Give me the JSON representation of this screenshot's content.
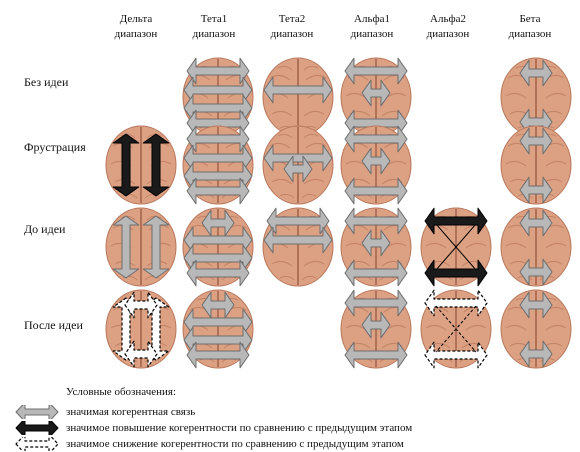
{
  "columns": [
    "Дельта\nдиапазон",
    "Тета1\nдиапазон",
    "Тета2\nдиапазон",
    "Альфа1\nдиапазон",
    "Альфа2\nдиапазон",
    "Бета\nдиапазон"
  ],
  "rows": [
    "Без идеи",
    "Фрустрация",
    "До идеи",
    "После идеи"
  ],
  "legend": {
    "title": "Условные обозначения:",
    "items": [
      {
        "style": "significant",
        "label": "значимая когерентная связь"
      },
      {
        "style": "increase",
        "label": "значимое повышение когерентности по сравнению с предыдущим этапом"
      },
      {
        "style": "decrease",
        "label": "значимое снижение когерентности по сравнению с предыдущим этапом"
      }
    ]
  },
  "colors": {
    "brain": "#dca083",
    "brain_dark": "#b9775c",
    "significant": "#b8b8b8",
    "increase": "#1a1a1a",
    "decrease": "#ffffff"
  },
  "cells": [
    {
      "row": 0,
      "col": 1,
      "connections": [
        [
          "s",
          "h1"
        ],
        [
          "s",
          "h2"
        ],
        [
          "s",
          "h3"
        ],
        [
          "s",
          "h4"
        ]
      ]
    },
    {
      "row": 0,
      "col": 2,
      "connections": [
        [
          "s",
          "h2"
        ]
      ]
    },
    {
      "row": 0,
      "col": 3,
      "connections": [
        [
          "s",
          "h1"
        ],
        [
          "s",
          "h2s"
        ],
        [
          "s",
          "h4"
        ]
      ]
    },
    {
      "row": 0,
      "col": 5,
      "connections": [
        [
          "s",
          "h1s"
        ],
        [
          "s",
          "h4s"
        ]
      ]
    },
    {
      "row": 1,
      "col": 0,
      "connections": [
        [
          "i",
          "vL"
        ],
        [
          "i",
          "vR"
        ]
      ]
    },
    {
      "row": 1,
      "col": 1,
      "connections": [
        [
          "s",
          "h1"
        ],
        [
          "s",
          "h2"
        ],
        [
          "s",
          "h3"
        ],
        [
          "s",
          "h4"
        ]
      ]
    },
    {
      "row": 1,
      "col": 2,
      "connections": [
        [
          "s",
          "h2"
        ],
        [
          "s",
          "h3s"
        ]
      ]
    },
    {
      "row": 1,
      "col": 3,
      "connections": [
        [
          "s",
          "h1"
        ],
        [
          "s",
          "h2s"
        ],
        [
          "s",
          "h4"
        ]
      ]
    },
    {
      "row": 1,
      "col": 5,
      "connections": [
        [
          "s",
          "h1s"
        ],
        [
          "s",
          "h4s"
        ]
      ]
    },
    {
      "row": 2,
      "col": 0,
      "connections": [
        [
          "s",
          "vL"
        ],
        [
          "s",
          "vR"
        ]
      ]
    },
    {
      "row": 2,
      "col": 1,
      "connections": [
        [
          "s",
          "h1s"
        ],
        [
          "s",
          "h2"
        ],
        [
          "s",
          "h3"
        ],
        [
          "s",
          "h4"
        ]
      ]
    },
    {
      "row": 2,
      "col": 2,
      "connections": [
        [
          "s",
          "h1"
        ],
        [
          "s",
          "h2"
        ]
      ]
    },
    {
      "row": 2,
      "col": 3,
      "connections": [
        [
          "s",
          "h1"
        ],
        [
          "s",
          "h2s"
        ],
        [
          "s",
          "h4"
        ]
      ]
    },
    {
      "row": 2,
      "col": 4,
      "connections": [
        [
          "i",
          "h1"
        ],
        [
          "i",
          "h4"
        ],
        [
          "i",
          "x"
        ]
      ]
    },
    {
      "row": 2,
      "col": 5,
      "connections": [
        [
          "s",
          "h1s"
        ],
        [
          "s",
          "h4s"
        ]
      ]
    },
    {
      "row": 3,
      "col": 0,
      "connections": [
        [
          "d",
          "vL"
        ],
        [
          "d",
          "vR"
        ],
        [
          "d",
          "h1s"
        ],
        [
          "d",
          "h4s"
        ]
      ]
    },
    {
      "row": 3,
      "col": 1,
      "connections": [
        [
          "s",
          "h1s"
        ],
        [
          "s",
          "h2"
        ],
        [
          "s",
          "h3"
        ],
        [
          "s",
          "h4"
        ]
      ]
    },
    {
      "row": 3,
      "col": 3,
      "connections": [
        [
          "s",
          "h1"
        ],
        [
          "s",
          "h2s"
        ],
        [
          "s",
          "h4"
        ]
      ]
    },
    {
      "row": 3,
      "col": 4,
      "connections": [
        [
          "d",
          "h1"
        ],
        [
          "d",
          "h4"
        ],
        [
          "d",
          "x"
        ]
      ]
    },
    {
      "row": 3,
      "col": 5,
      "connections": [
        [
          "s",
          "h1s"
        ],
        [
          "s",
          "h4s"
        ]
      ]
    }
  ]
}
